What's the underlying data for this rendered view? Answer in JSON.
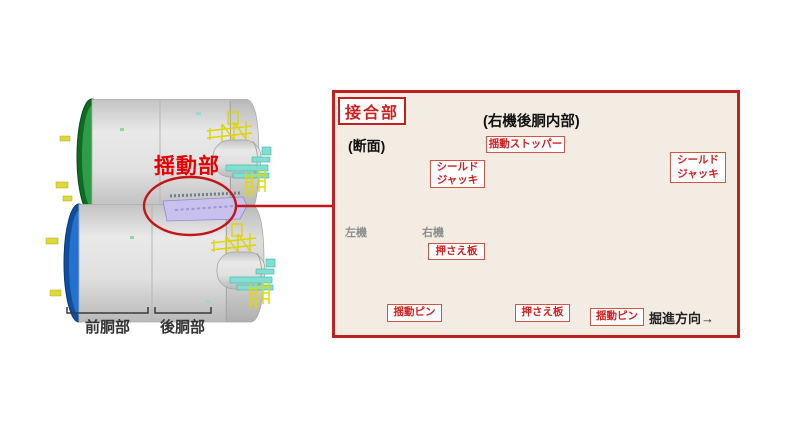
{
  "left_illustration": {
    "swing_part": "揺動部",
    "front_body": "前胴部",
    "rear_body": "後胴部"
  },
  "panel": {
    "title": "接合部",
    "cross_section": {
      "heading": "(断面)",
      "left_machine": "左機",
      "right_machine": "右機",
      "shield_jack_line1": "シールド",
      "shield_jack_line2": "ジャッキ",
      "press_plate": "押さえ板",
      "swing_pin": "揺動ピン"
    },
    "interior": {
      "heading": "(右機後胴内部)",
      "swing_stopper": "揺動ストッパー",
      "shield_jack_line1": "シールド",
      "shield_jack_line2": "ジャッキ",
      "press_plate": "押さえ板",
      "swing_pin": "揺動ピン",
      "direction": "掘進方向→"
    }
  },
  "colors": {
    "panel_border_red": "#c02020",
    "panel_bg": "#f3ece2",
    "label_red": "#cf1f1f",
    "highlight_red": "#e60000",
    "machine_front_green": "#2e9e44",
    "machine_front_blue": "#2471cf",
    "gantry_yellow": "#ded400",
    "platform_cyan": "#7fe0d2",
    "connector_purple": "#c8c1ed",
    "plate_yellow": "#ffe315",
    "diamond_green": "#5cb46c",
    "structure_blue": "#c2e5f8",
    "flange_pink": "#f0c4d0"
  }
}
